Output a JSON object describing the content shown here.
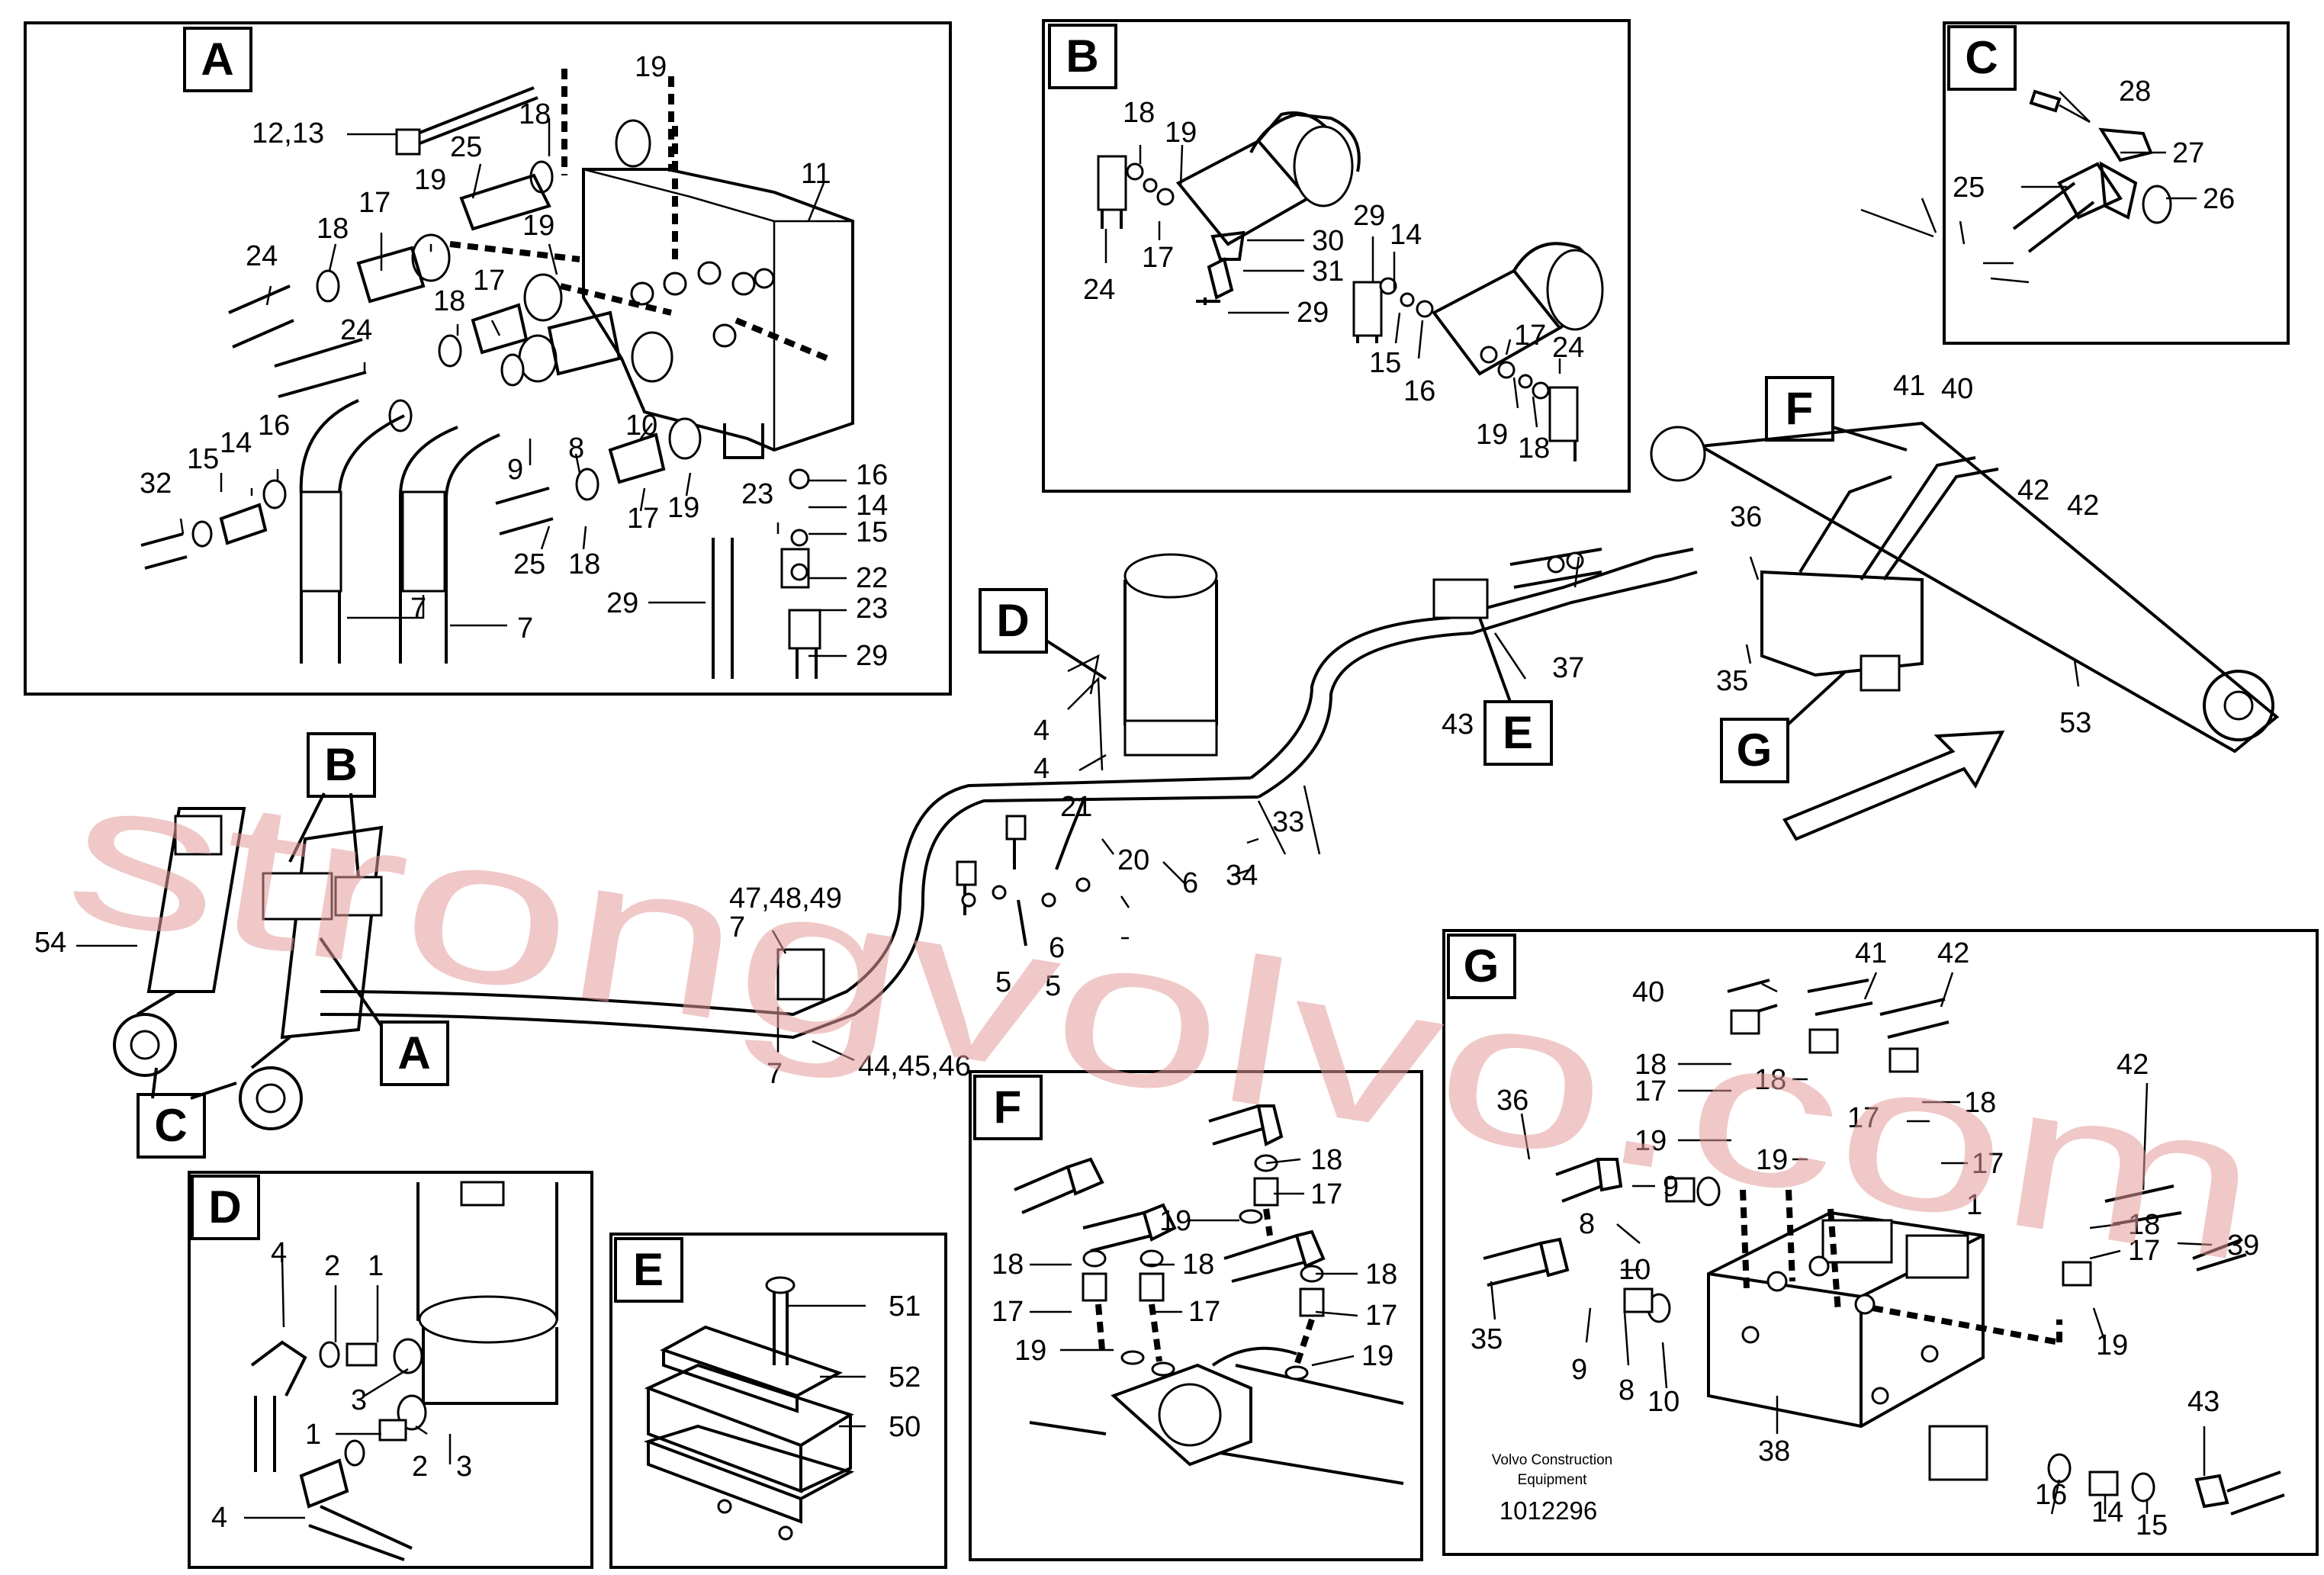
{
  "panels": {
    "A": "A",
    "B": "B",
    "C": "C",
    "D": "D",
    "E": "E",
    "F": "F",
    "G": "G"
  },
  "callouts": {
    "B": "B",
    "A": "A",
    "C": "C",
    "D": "D",
    "E": "E",
    "F": "F",
    "G": "G"
  },
  "labels": {
    "a_19_top": "19",
    "a_12_13": "12,13",
    "a_18_top": "18",
    "a_25_top": "25",
    "a_11": "11",
    "a_17_a": "17",
    "a_19_a": "19",
    "a_18_a": "18",
    "a_19_b": "19",
    "a_24_a": "24",
    "a_17_b": "17",
    "a_18_b": "18",
    "a_24_b": "24",
    "a_16_a": "16",
    "a_14_a": "14",
    "a_15_a": "15",
    "a_32": "32",
    "a_9": "9",
    "a_8": "8",
    "a_10": "10",
    "a_16_b": "16",
    "a_14_b": "14",
    "a_23_a": "23",
    "a_15_b": "15",
    "a_17_c": "17",
    "a_19_c": "19",
    "a_22": "22",
    "a_25_b": "25",
    "a_18_c": "18",
    "a_23_b": "23",
    "a_29_a": "29",
    "a_29_b": "29",
    "a_7_a": "7",
    "a_7_b": "7",
    "b_18": "18",
    "b_19_a": "19",
    "b_17_a": "17",
    "b_24_a": "24",
    "b_30": "30",
    "b_31": "31",
    "b_29_a": "29",
    "b_29_b": "29",
    "b_14": "14",
    "b_15": "15",
    "b_16": "16",
    "b_17_b": "17",
    "b_24_b": "24",
    "b_19_b": "19",
    "b_18_b": "18",
    "c_28": "28",
    "c_27": "27",
    "c_25": "25",
    "c_26": "26",
    "m_41": "41",
    "m_40": "40",
    "m_42_a": "42",
    "m_42_b": "42",
    "m_36": "36",
    "m_37": "37",
    "m_43": "43",
    "m_35": "35",
    "m_53": "53",
    "m_4_a": "4",
    "m_4_b": "4",
    "m_21": "21",
    "m_20": "20",
    "m_6_a": "6",
    "m_6_b": "6",
    "m_5_a": "5",
    "m_5_b": "5",
    "m_34": "34",
    "m_33": "33",
    "m_47_48_49": "47,48,49",
    "m_7_a": "7",
    "m_7_b": "7",
    "m_44_45_46": "44,45,46",
    "m_54": "54",
    "d_4_a": "4",
    "d_2_a": "2",
    "d_1_a": "1",
    "d_3_a": "3",
    "d_1_b": "1",
    "d_2_b": "2",
    "d_3_b": "3",
    "d_4_b": "4",
    "e_51": "51",
    "e_52": "52",
    "e_50": "50",
    "f_18_a": "18",
    "f_17_a": "17",
    "f_19_a": "19",
    "f_18_b": "18",
    "f_18_c": "18",
    "f_17_b": "17",
    "f_17_c": "17",
    "f_18_d": "18",
    "f_17_d": "17",
    "f_19_b": "19",
    "f_19_c": "19",
    "g_40": "40",
    "g_41": "41",
    "g_42_a": "42",
    "g_18_a": "18",
    "g_18_b": "18",
    "g_17_a": "17",
    "g_17_b": "17",
    "g_18_c": "18",
    "g_19_a": "19",
    "g_19_b": "19",
    "g_17_c": "17",
    "g_1x": "1",
    "g_42_b": "42",
    "g_36": "36",
    "g_9_a": "9",
    "g_8_a": "8",
    "g_10_a": "10",
    "g_18_d": "18",
    "g_17_d": "17",
    "g_39": "39",
    "g_19_c": "19",
    "g_35": "35",
    "g_9_b": "9",
    "g_8_b": "8",
    "g_10_b": "10",
    "g_43": "43",
    "g_38": "38",
    "g_16": "16",
    "g_14": "14",
    "g_15": "15"
  },
  "footer": {
    "line1": "Volvo Construction",
    "line2": "Equipment",
    "number": "1012296"
  },
  "watermark": {
    "line1": "strongvolvo.com"
  }
}
